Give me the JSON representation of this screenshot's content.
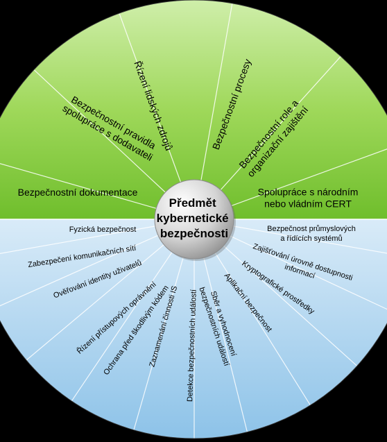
{
  "center": {
    "lines": [
      "Předmět",
      "kybernetické",
      "bezpečnosti"
    ]
  },
  "colors": {
    "green_top": "#cfeeaa",
    "green_mid": "#9fd85a",
    "green_dark": "#6fbe2c",
    "blue_top": "#d9ebf8",
    "blue_bottom": "#8cc2e8",
    "center_fill": "#d4d4d4",
    "background": "#000000"
  },
  "organizational_measures": [
    {
      "lines": [
        "Bezpečnostní dokumentace"
      ]
    },
    {
      "lines": [
        "Bezpečnostní pravidla",
        "spolupráce s dodavateli"
      ]
    },
    {
      "lines": [
        "Řízení lidských zdrojů"
      ]
    },
    {
      "lines": [
        "Bezpečnostní procesy"
      ]
    },
    {
      "lines": [
        "Bezpečnostní role a",
        "organizační zajištění"
      ]
    },
    {
      "lines": [
        "Spolupráce s národním",
        "nebo vládním CERT"
      ]
    }
  ],
  "technical_measures": [
    {
      "lines": [
        "Fyzická bezpečnost"
      ]
    },
    {
      "lines": [
        "Zabezpečení komunikačních sítí"
      ]
    },
    {
      "lines": [
        "Ověřování identity uživatelů"
      ]
    },
    {
      "lines": [
        "Řízení přístupových oprávnění"
      ]
    },
    {
      "lines": [
        "Ochrana před škodlivým kódem"
      ]
    },
    {
      "lines": [
        "Zaznamenání činnosti IS"
      ]
    },
    {
      "lines": [
        "Detekce bezpečnostních událostí"
      ]
    },
    {
      "lines": [
        "Sběr a vyhodnocení",
        "bezpečnostních událostí"
      ]
    },
    {
      "lines": [
        "Aplikační bezpečnost"
      ]
    },
    {
      "lines": [
        "Kryptografické prostředky"
      ]
    },
    {
      "lines": [
        "Zajišťování úrovně dostupnosti",
        "informací"
      ]
    },
    {
      "lines": [
        "Bezpečnost průmyslových",
        "a řídících systémů"
      ]
    }
  ]
}
